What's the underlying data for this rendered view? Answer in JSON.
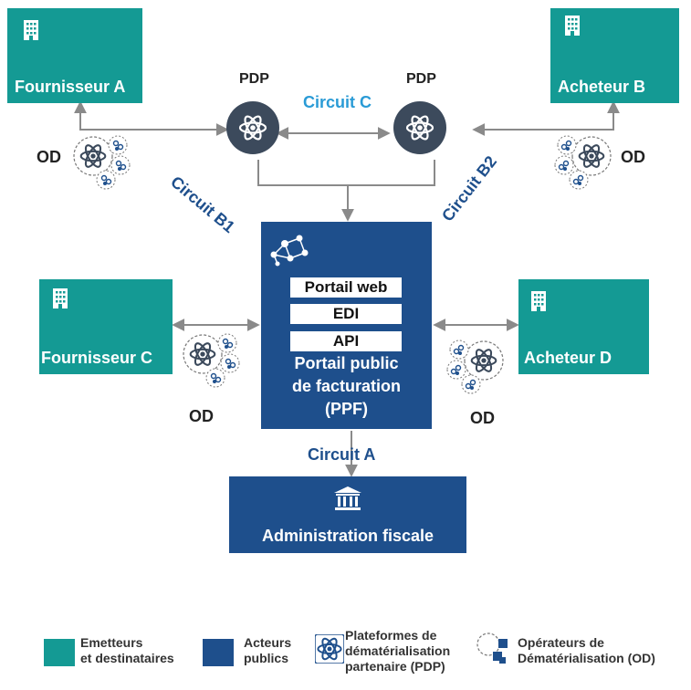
{
  "entities": {
    "fournisseur_a": "Fournisseur A",
    "acheteur_b": "Acheteur B",
    "fournisseur_c": "Fournisseur C",
    "acheteur_d": "Acheteur D"
  },
  "pdp_label": "PDP",
  "od_label": "OD",
  "circuits": {
    "a": "Circuit A",
    "b1": "Circuit B1",
    "b2": "Circuit B2",
    "c": "Circuit C"
  },
  "ppf": {
    "items": [
      "Portail web",
      "EDI",
      "API"
    ],
    "title_line1": "Portail public",
    "title_line2": "de facturation",
    "title_line3": "(PPF)"
  },
  "administration": "Administration fiscale",
  "legend": {
    "emetteurs_line1": "Emetteurs",
    "emetteurs_line2": "et destinataires",
    "acteurs_line1": "Acteurs",
    "acteurs_line2": "publics",
    "pdp_line1": "Plateformes de",
    "pdp_line2": "dématérialisation",
    "pdp_line3": "partenaire (PDP)",
    "od_line1": "Opérateurs de",
    "od_line2": "Dématérialisation (OD)"
  },
  "colors": {
    "teal": "#149a94",
    "navy": "#1e4f8c",
    "pdp_circle": "#3c4a5c",
    "arrow": "#8a8a8a",
    "circuit_c": "#2a9bd6"
  },
  "icons": [
    "building-icon",
    "atom-icon",
    "network-icon",
    "bank-icon"
  ]
}
